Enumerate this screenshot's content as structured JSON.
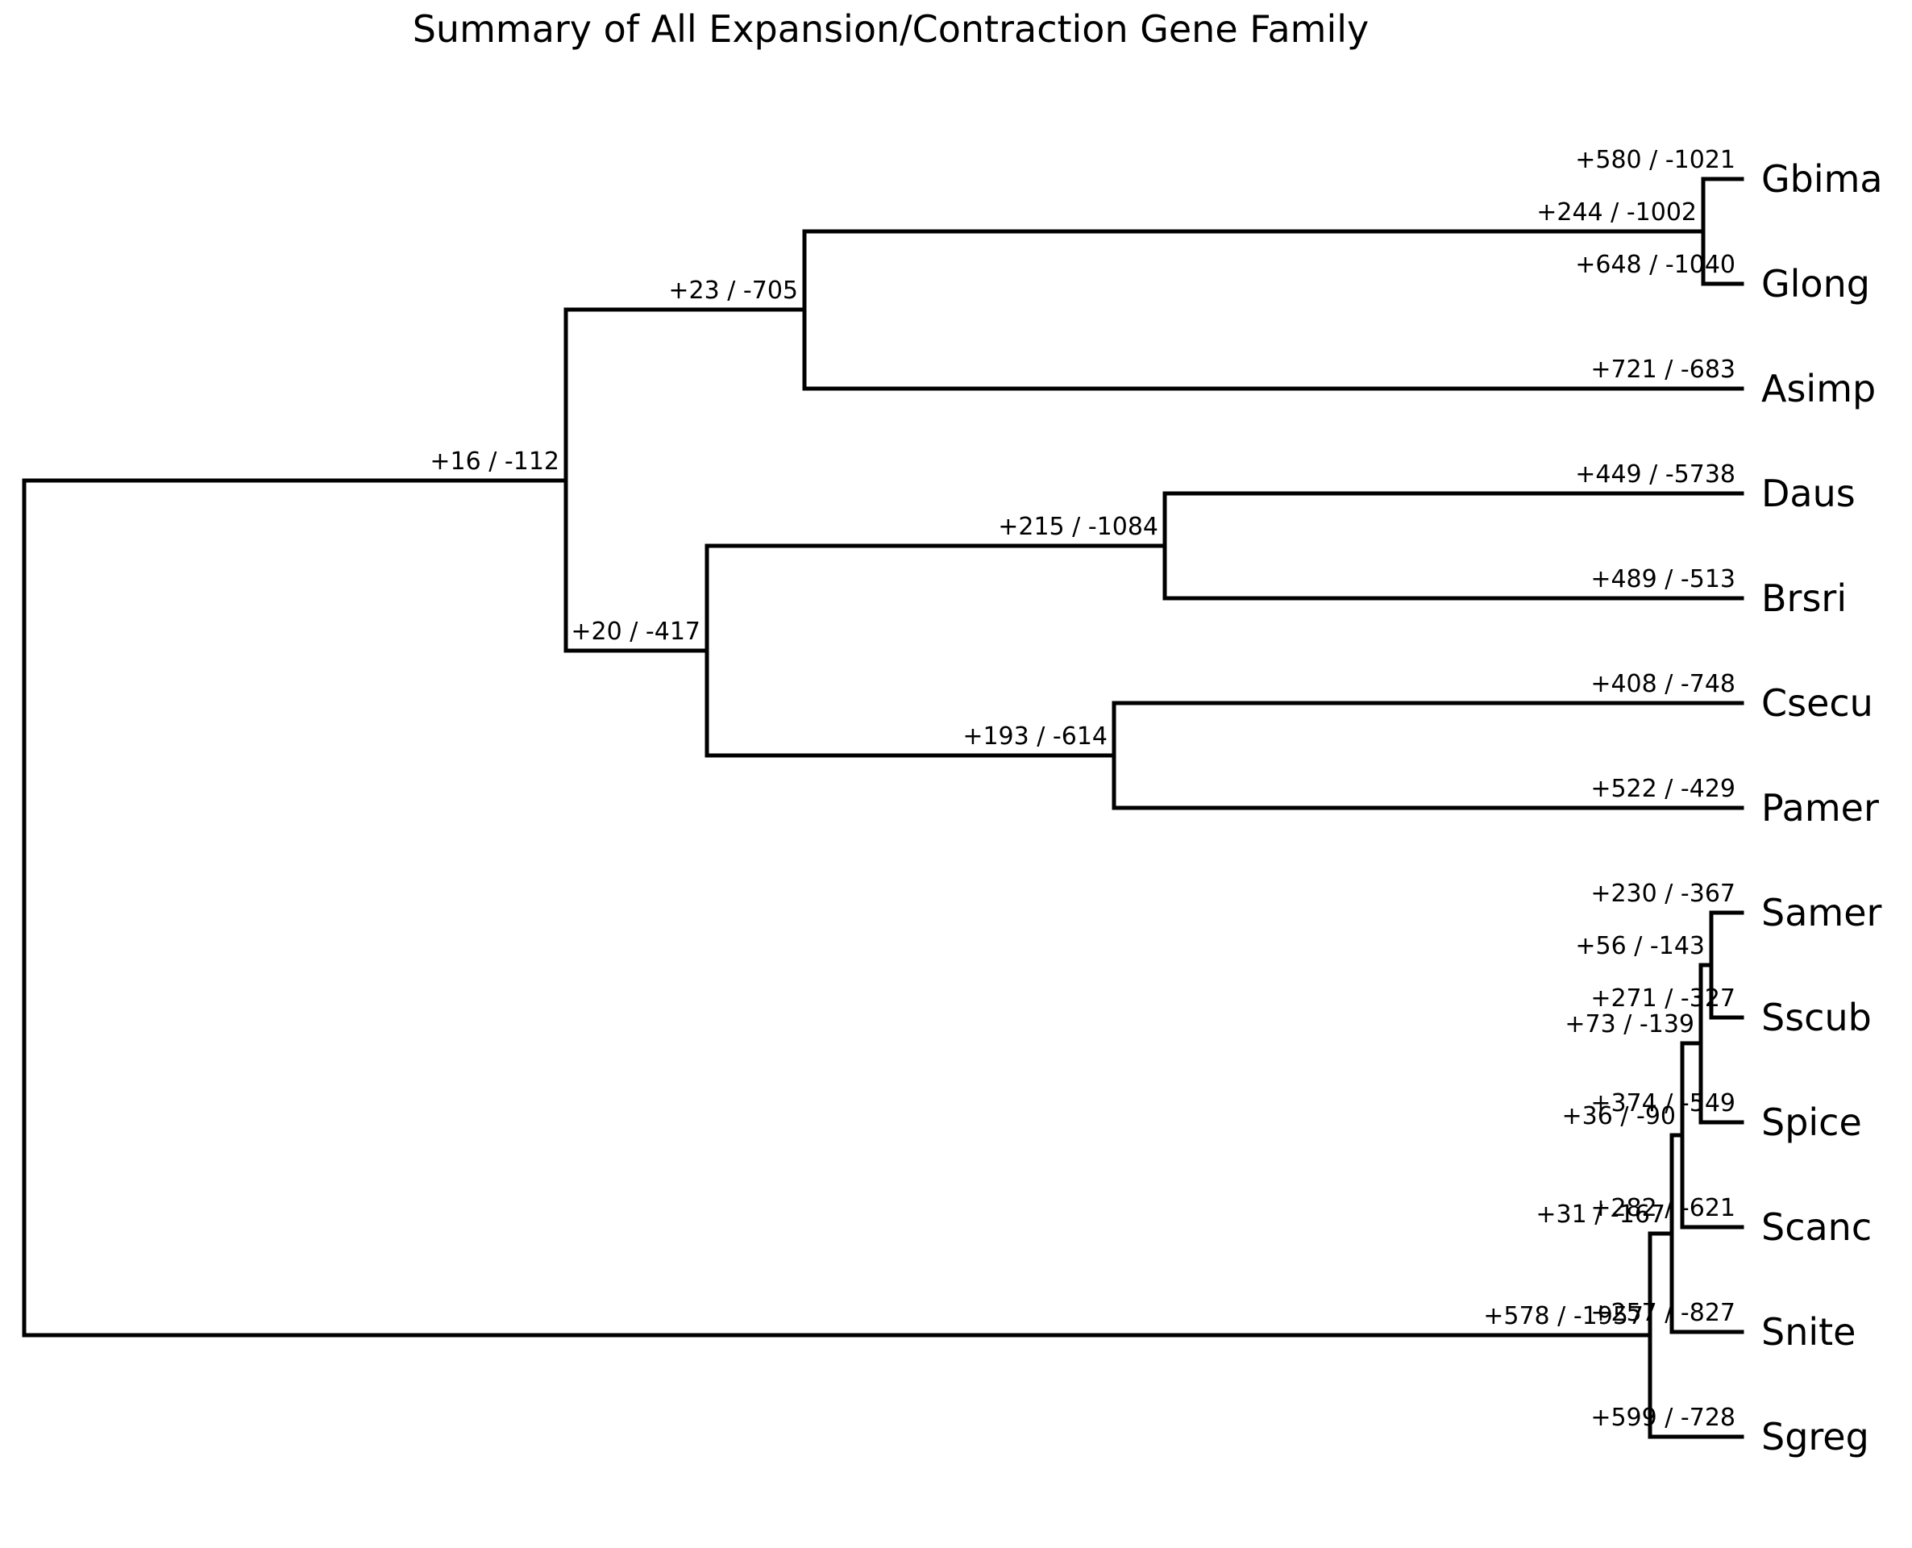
{
  "title": "Summary of All Expansion/Contraction Gene Family",
  "tree": {
    "internal_branches": [
      {
        "id": "clade-gbima-pamer",
        "label": "+16 / -112"
      },
      {
        "id": "clade-gbima-asimp",
        "label": "+23 / -705"
      },
      {
        "id": "clade-gbima-glong",
        "label": "+244 / -1002"
      },
      {
        "id": "clade-daus-pamer",
        "label": "+20 / -417"
      },
      {
        "id": "clade-daus-brsri",
        "label": "+215 / -1084"
      },
      {
        "id": "clade-csecu-pamer",
        "label": "+193 / -614"
      },
      {
        "id": "clade-samer-sgreg",
        "label": "+578 / -1957"
      },
      {
        "id": "clade-samer-sscub",
        "label": "+56 / -143"
      },
      {
        "id": "clade-samer-spice",
        "label": "+73 / -139"
      },
      {
        "id": "clade-samer-scanc",
        "label": "+36 / -90"
      },
      {
        "id": "clade-samer-snite",
        "label": "+31 / -167"
      }
    ],
    "leaves": [
      {
        "name": "Gbima",
        "label": "+580 / -1021"
      },
      {
        "name": "Glong",
        "label": "+648 / -1040"
      },
      {
        "name": "Asimp",
        "label": "+721 / -683"
      },
      {
        "name": "Daus",
        "label": "+449 / -5738"
      },
      {
        "name": "Brsri",
        "label": "+489 / -513"
      },
      {
        "name": "Csecu",
        "label": "+408 / -748"
      },
      {
        "name": "Pamer",
        "label": "+522 / -429"
      },
      {
        "name": "Samer",
        "label": "+230 / -367"
      },
      {
        "name": "Sscub",
        "label": "+271 / -327"
      },
      {
        "name": "Spice",
        "label": "+374 / -549"
      },
      {
        "name": "Scanc",
        "label": "+282 / -621"
      },
      {
        "name": "Snite",
        "label": "+257 / -827"
      },
      {
        "name": "Sgreg",
        "label": "+599 / -728"
      }
    ]
  },
  "chart_data": {
    "type": "phylogenetic_tree",
    "title": "Summary of All Expansion/Contraction Gene Family",
    "topology_newick": "((((Gbima,Glong),Asimp),((Daus,Brsri),(Csecu,Pamer))),(((((Samer,Sscub),Spice),Scanc),Snite),Sgreg));",
    "leaf_order_top_to_bottom": [
      "Gbima",
      "Glong",
      "Asimp",
      "Daus",
      "Brsri",
      "Csecu",
      "Pamer",
      "Samer",
      "Sscub",
      "Spice",
      "Scanc",
      "Snite",
      "Sgreg"
    ],
    "branches": [
      {
        "node": "Gbima",
        "expansion": 580,
        "contraction": -1021
      },
      {
        "node": "Glong",
        "expansion": 648,
        "contraction": -1040
      },
      {
        "node": "(Gbima,Glong)",
        "expansion": 244,
        "contraction": -1002
      },
      {
        "node": "Asimp",
        "expansion": 721,
        "contraction": -683
      },
      {
        "node": "((Gbima,Glong),Asimp)",
        "expansion": 23,
        "contraction": -705
      },
      {
        "node": "Daus",
        "expansion": 449,
        "contraction": -5738
      },
      {
        "node": "Brsri",
        "expansion": 489,
        "contraction": -513
      },
      {
        "node": "(Daus,Brsri)",
        "expansion": 215,
        "contraction": -1084
      },
      {
        "node": "Csecu",
        "expansion": 408,
        "contraction": -748
      },
      {
        "node": "Pamer",
        "expansion": 522,
        "contraction": -429
      },
      {
        "node": "(Csecu,Pamer)",
        "expansion": 193,
        "contraction": -614
      },
      {
        "node": "((Daus,Brsri),(Csecu,Pamer))",
        "expansion": 20,
        "contraction": -417
      },
      {
        "node": "(((Gbima,Glong),Asimp),((Daus,Brsri),(Csecu,Pamer)))",
        "expansion": 16,
        "contraction": -112
      },
      {
        "node": "Samer",
        "expansion": 230,
        "contraction": -367
      },
      {
        "node": "Sscub",
        "expansion": 271,
        "contraction": -327
      },
      {
        "node": "(Samer,Sscub)",
        "expansion": 56,
        "contraction": -143
      },
      {
        "node": "Spice",
        "expansion": 374,
        "contraction": -549
      },
      {
        "node": "((Samer,Sscub),Spice)",
        "expansion": 73,
        "contraction": -139
      },
      {
        "node": "Scanc",
        "expansion": 282,
        "contraction": -621
      },
      {
        "node": "(((Samer,Sscub),Spice),Scanc)",
        "expansion": 36,
        "contraction": -90
      },
      {
        "node": "Snite",
        "expansion": 257,
        "contraction": -827
      },
      {
        "node": "((((Samer,Sscub),Spice),Scanc),Snite)",
        "expansion": 31,
        "contraction": -167
      },
      {
        "node": "Sgreg",
        "expansion": 599,
        "contraction": -728
      },
      {
        "node": "(((((Samer,Sscub),Spice),Scanc),Snite),Sgreg)",
        "expansion": 578,
        "contraction": -1957
      }
    ],
    "layout": {
      "orientation": "left-to-right",
      "line_color": "#000000",
      "line_width": 5,
      "background": "#ffffff"
    }
  }
}
